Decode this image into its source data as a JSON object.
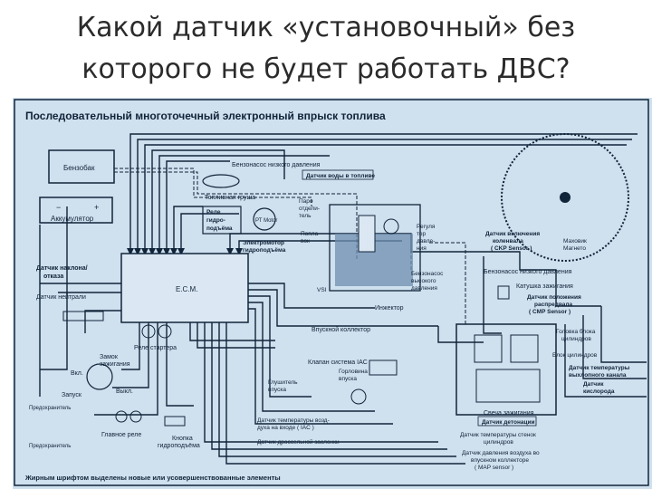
{
  "slide": {
    "title_line1": "Какой датчик «установочный» без",
    "title_line2": "которого не будет работать ДВС?"
  },
  "diagram": {
    "heading": "Последовательный многоточечный электронный впрыск топлива",
    "footer": "Жирным шрифтом выделены новые или усовершенствованные элементы",
    "colors": {
      "background": "#cfe0ee",
      "ink": "#10243a",
      "tank": "#6f8fb0"
    },
    "labels": {
      "benzobak": "Бензобак",
      "akkumulyator": "Аккумулятор",
      "toplivnaya_grusha": "Топливная груша",
      "rele_line1": "Реле",
      "rele_line2": "гидро-",
      "rele_line3": "подъёма",
      "pt_motor": "РТ Motor",
      "elektromotor_line1": "Электромотор",
      "elektromotor_line2": "гидроподъёма",
      "benzonasos_top": "Бензонасос низкого давления",
      "datchik_vody": "Датчик воды в топливе",
      "paro_line1": "Паро",
      "paro_line2": "отдели-",
      "paro_line3": "тель",
      "poplavok_line1": "Попла-",
      "poplavok_line2": "вок",
      "regulyator_line1": "Регуля",
      "regulyator_line2": "тор",
      "regulyator_line3": "давле-",
      "regulyator_line4": "ния",
      "vsi": "VSI",
      "benzonasos_vys_line1": "Бензонасос",
      "benzonasos_vys_line2": "высокого",
      "benzonasos_vys_line3": "давления",
      "datchik_naklona_line1": "Датчик наклона/",
      "datchik_naklona_line2": "отказа",
      "ecm": "E.C.M.",
      "datchik_neytrali": "Датчик нейтрали",
      "inzhektor": "Инжектор",
      "vpusknoy_kollektor": "Впускной коллектор",
      "rele_startera": "Реле стартера",
      "zamok_line1": "Замок",
      "zamok_line2": "зажигания",
      "vkl": "Вкл.",
      "vykl": "Выкл.",
      "zapusk": "Запуск",
      "predohranitel_1": "Предохранитель",
      "predohranitel_2": "Предохранитель",
      "glavnoe_rele": "Главное реле",
      "knopka_line1": "Кнопка",
      "knopka_line2": "гидроподъёма",
      "klapan_iac": "Клапан система IAC",
      "gorlovina_line1": "Горловина",
      "gorlovina_line2": "впуска",
      "glushitel_line1": "Глушитель",
      "glushitel_line2": "впуска",
      "datchik_temp_vozduha_line1": "Датчик температуры возд-",
      "datchik_temp_vozduha_line2": "духа на входе ( IAC )",
      "datchik_drossel": "Датчик дроссельной заслонки",
      "datchik_vkl_kolenvala_line1": "Датчик включения",
      "datchik_vkl_kolenvala_line2": "коленвала",
      "datchik_vkl_kolenvala_line3": "( CKP Sensor )",
      "mahovik_line1": "Маховик",
      "mahovik_line2": "Магнето",
      "benzonasos_nizk2": "Бензонасос низкого давления",
      "katushka": "Катушка зажигания",
      "datchik_polozh_line1": "Датчик положения",
      "datchik_polozh_line2": "распредвала",
      "datchik_polozh_line3": "( CMP Sensor )",
      "golovka_line1": "Головка блока",
      "golovka_line2": "цилиндров",
      "blok": "Блок цилиндров",
      "datchik_temp_vyhl_line1": "Датчик температуры",
      "datchik_temp_vyhl_line2": "выхлопного канала",
      "datchik_kisloroda_line1": "Датчик",
      "datchik_kisloroda_line2": "кислорода",
      "svecha": "Свеча зажигания",
      "datchik_detonacii": "Датчик детонации",
      "datchik_temp_stenok_line1": "Датчик температуры стенок",
      "datchik_temp_stenok_line2": "цилиндров",
      "datchik_davl_line1": "Датчик давления воздуха во",
      "datchik_davl_line2": "впускном коллекторе",
      "datchik_davl_line3": "( MAP sensor )"
    }
  }
}
